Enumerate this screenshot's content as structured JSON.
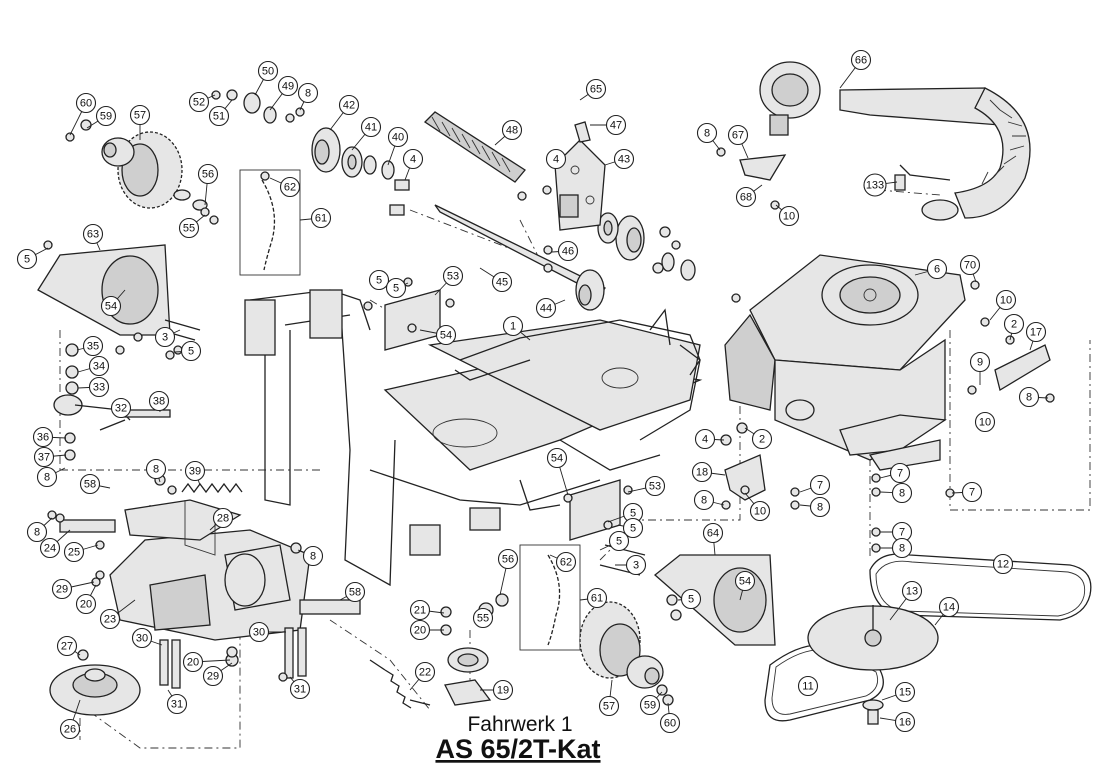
{
  "title": {
    "subtitle": "Fahrwerk 1",
    "model": "AS 65/2T-Kat"
  },
  "callouts": [
    "60",
    "59",
    "57",
    "52",
    "51",
    "50",
    "49",
    "8",
    "42",
    "41",
    "40",
    "4",
    "48",
    "65",
    "47",
    "43",
    "56",
    "55",
    "62",
    "61",
    "5",
    "63",
    "54",
    "3",
    "35",
    "34",
    "33",
    "32",
    "38",
    "36",
    "37",
    "39",
    "58",
    "24",
    "25",
    "28",
    "29",
    "20",
    "23",
    "27",
    "26",
    "30",
    "31",
    "45",
    "46",
    "44",
    "53",
    "1",
    "21",
    "22",
    "19",
    "64",
    "66",
    "67",
    "68",
    "10",
    "133",
    "6",
    "70",
    "2",
    "17",
    "9",
    "18",
    "7",
    "12",
    "13",
    "14",
    "11",
    "15",
    "16"
  ],
  "colors": {
    "line": "#222222",
    "fill": "#e6e6e6",
    "background": "#ffffff"
  }
}
